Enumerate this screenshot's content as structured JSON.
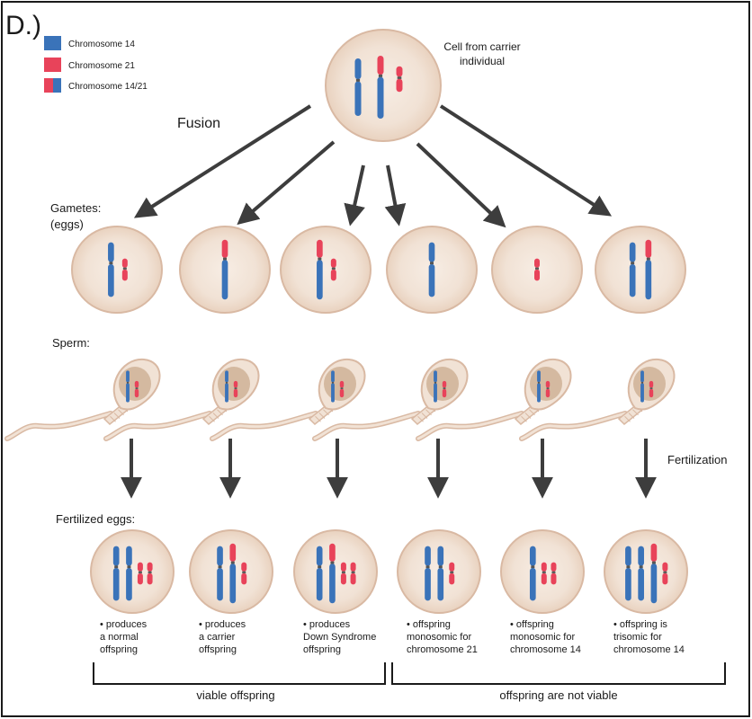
{
  "panel_label": "D.)",
  "legend": {
    "items": [
      {
        "label": "Chromosome 14",
        "swatch": "blue"
      },
      {
        "label": "Chromosome 21",
        "swatch": "red"
      },
      {
        "label": "Chromosome 14/21",
        "swatch": "fused"
      }
    ]
  },
  "colors": {
    "chrom14": "#3a73b9",
    "chrom21": "#e8435a",
    "cell_fill": "#f1e2d5",
    "cell_stroke": "#d9b9a3",
    "nucleus": "#d4b9a0",
    "arrow": "#3d3d3d",
    "line": "#1a1a1a"
  },
  "parent": {
    "caption_line1": "Cell from carrier",
    "caption_line2": "individual",
    "chromosomes": [
      "14",
      "fused",
      "21"
    ]
  },
  "labels": {
    "fusion": "Fusion",
    "gametes_line1": "Gametes:",
    "gametes_line2": "(eggs)",
    "sperm": "Sperm:",
    "fertilization": "Fertilization",
    "fertilized_eggs": "Fertilized eggs:"
  },
  "gametes": [
    {
      "chromosomes": [
        "14",
        "21"
      ]
    },
    {
      "chromosomes": [
        "fused"
      ]
    },
    {
      "chromosomes": [
        "fused",
        "21"
      ]
    },
    {
      "chromosomes": [
        "14"
      ]
    },
    {
      "chromosomes": [
        "21"
      ]
    },
    {
      "chromosomes": [
        "14",
        "fused"
      ]
    }
  ],
  "sperm": [
    {
      "chromosomes": [
        "14",
        "21"
      ]
    },
    {
      "chromosomes": [
        "14",
        "21"
      ]
    },
    {
      "chromosomes": [
        "14",
        "21"
      ]
    },
    {
      "chromosomes": [
        "14",
        "21"
      ]
    },
    {
      "chromosomes": [
        "14",
        "21"
      ]
    },
    {
      "chromosomes": [
        "14",
        "21"
      ]
    }
  ],
  "zygotes": [
    {
      "chromosomes": [
        "14",
        "14",
        "21",
        "21"
      ],
      "caption": [
        "• produces",
        "a normal",
        "offspring"
      ]
    },
    {
      "chromosomes": [
        "14",
        "fused",
        "21"
      ],
      "caption": [
        "• produces",
        "a carrier",
        "offspring"
      ]
    },
    {
      "chromosomes": [
        "14",
        "fused",
        "21",
        "21"
      ],
      "caption": [
        "• produces",
        "Down Syndrome",
        "offspring"
      ]
    },
    {
      "chromosomes": [
        "14",
        "14",
        "21"
      ],
      "caption": [
        "• offspring",
        "monosomic for",
        "chromosome 21"
      ]
    },
    {
      "chromosomes": [
        "14",
        "21",
        "21"
      ],
      "caption": [
        "• offspring",
        "monosomic for",
        "chromosome 14"
      ]
    },
    {
      "chromosomes": [
        "14",
        "14",
        "fused",
        "21"
      ],
      "caption": [
        "• offspring is",
        "trisomic  for",
        "chromosome 14"
      ]
    }
  ],
  "groups": {
    "viable": "viable offspring",
    "not_viable": "offspring are not viable"
  }
}
